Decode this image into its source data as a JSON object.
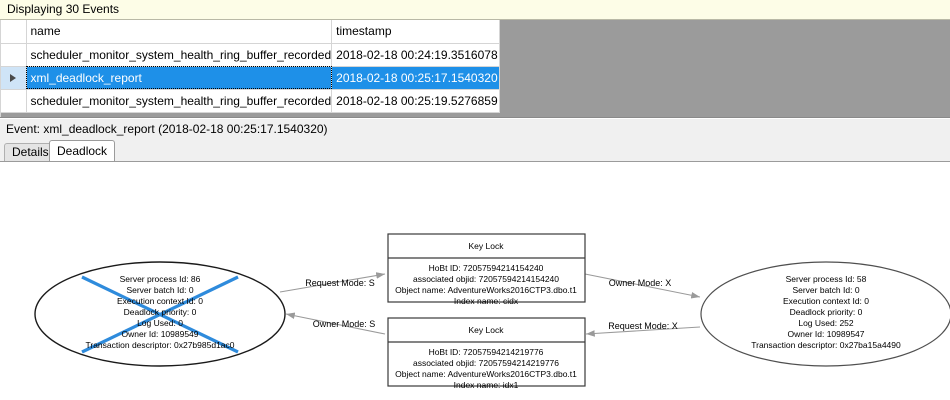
{
  "banner": {
    "text": "Displaying 30 Events"
  },
  "grid": {
    "columns": [
      "",
      "name",
      "timestamp"
    ],
    "rows": [
      {
        "selector": "",
        "name": "scheduler_monitor_system_health_ring_buffer_recorded",
        "timestamp": "2018-02-18 00:24:19.3516078",
        "selected": false
      },
      {
        "selector": "row-arrow",
        "name": "xml_deadlock_report",
        "timestamp": "2018-02-18 00:25:17.1540320",
        "selected": true
      },
      {
        "selector": "",
        "name": "scheduler_monitor_system_health_ring_buffer_recorded",
        "timestamp": "2018-02-18 00:25:19.5276859",
        "selected": false
      }
    ]
  },
  "event_header": {
    "text": "Event: xml_deadlock_report (2018-02-18 00:25:17.1540320)"
  },
  "tabs": [
    {
      "label": "Details",
      "active": false
    },
    {
      "label": "Deadlock",
      "active": true
    }
  ],
  "colors": {
    "selection_blue": "#1e90e8",
    "victim_cross": "#2e8bdc",
    "banner_bg": "#fdfde7",
    "grid_empty_bg": "#9b9b9b",
    "edge_gray": "#9a9a9a"
  },
  "deadlock_graph": {
    "processes": [
      {
        "id": "process-left",
        "victim": true,
        "lines": [
          "Server process Id: 86",
          "Server batch Id: 0",
          "Execution context Id: 0",
          "Deadlock priority: 0",
          "Log Used: 0",
          "Owner Id: 10989549",
          "Transaction descriptor: 0x27b985d1ac0"
        ]
      },
      {
        "id": "process-right",
        "victim": false,
        "lines": [
          "Server process Id: 58",
          "Server batch Id: 0",
          "Execution context Id: 0",
          "Deadlock priority: 0",
          "Log Used: 252",
          "Owner Id: 10989547",
          "Transaction descriptor: 0x27ba15a4490"
        ]
      }
    ],
    "resources": [
      {
        "id": "keylock-top",
        "title": "Key Lock",
        "lines": [
          "HoBt ID: 72057594214154240",
          "associated objid: 72057594214154240",
          "Object name: AdventureWorks2016CTP3.dbo.t1",
          "Index name: cidx"
        ]
      },
      {
        "id": "keylock-bottom",
        "title": "Key Lock",
        "lines": [
          "HoBt ID: 72057594214219776",
          "associated objid: 72057594214219776",
          "Object name: AdventureWorks2016CTP3.dbo.t1",
          "Index name: idx1"
        ]
      }
    ],
    "edges": [
      {
        "id": "edge-left-request",
        "label": "Request Mode: S",
        "from": "process-left",
        "to": "keylock-top"
      },
      {
        "id": "edge-right-owner",
        "label": "Owner Mode: X",
        "from": "keylock-top",
        "to": "process-right"
      },
      {
        "id": "edge-left-owner",
        "label": "Owner Mode: S",
        "from": "keylock-bottom",
        "to": "process-left"
      },
      {
        "id": "edge-right-request",
        "label": "Request Mode: X",
        "from": "process-right",
        "to": "keylock-bottom"
      }
    ]
  }
}
